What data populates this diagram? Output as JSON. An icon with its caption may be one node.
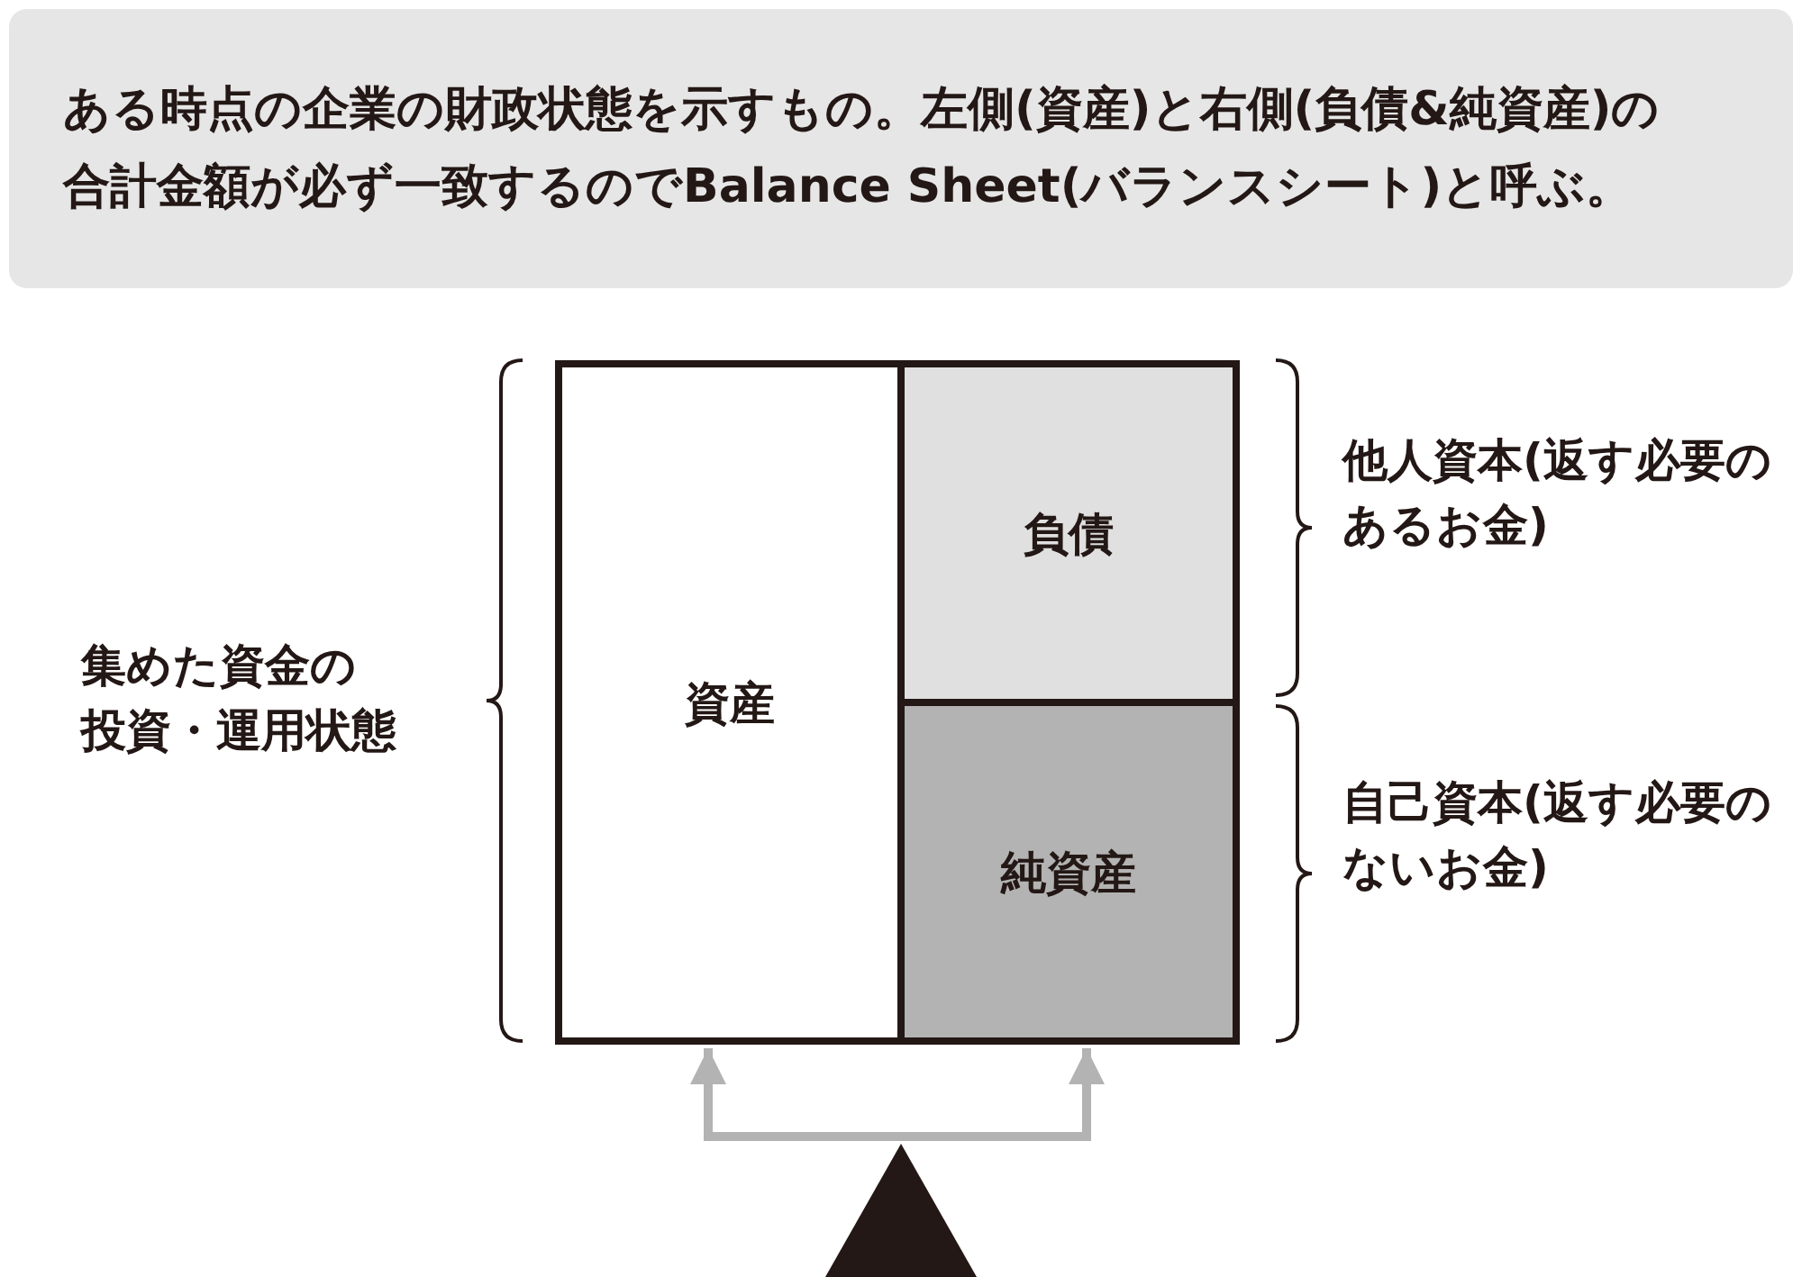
{
  "diagram": {
    "nodes": [
      {
        "text": [
          "ある時点の企業の財政状態を示すもの。左側(資産)と右側(負債&純資産)の合計金額が必ず一致するのでBalance Sheet(バランスシート)と呼ぶ。"
        ]
      },
      {
        "text": [
          "資産"
        ]
      },
      {
        "text": [
          "負債"
        ]
      },
      {
        "text": [
          "純資産"
        ]
      },
      {
        "text": [],
        "shape": "triangle"
      }
    ],
    "edges": [
      {
        "from": 4,
        "to": 1,
        "arrow": "to"
      },
      {
        "from": 4,
        "to": 3,
        "arrow": "to"
      }
    ],
    "labels": [
      "集めた資金の投資・運用状態",
      "他人資本(返す必要のあるお金)",
      "自己資本(返す必要のないお金)"
    ]
  }
}
